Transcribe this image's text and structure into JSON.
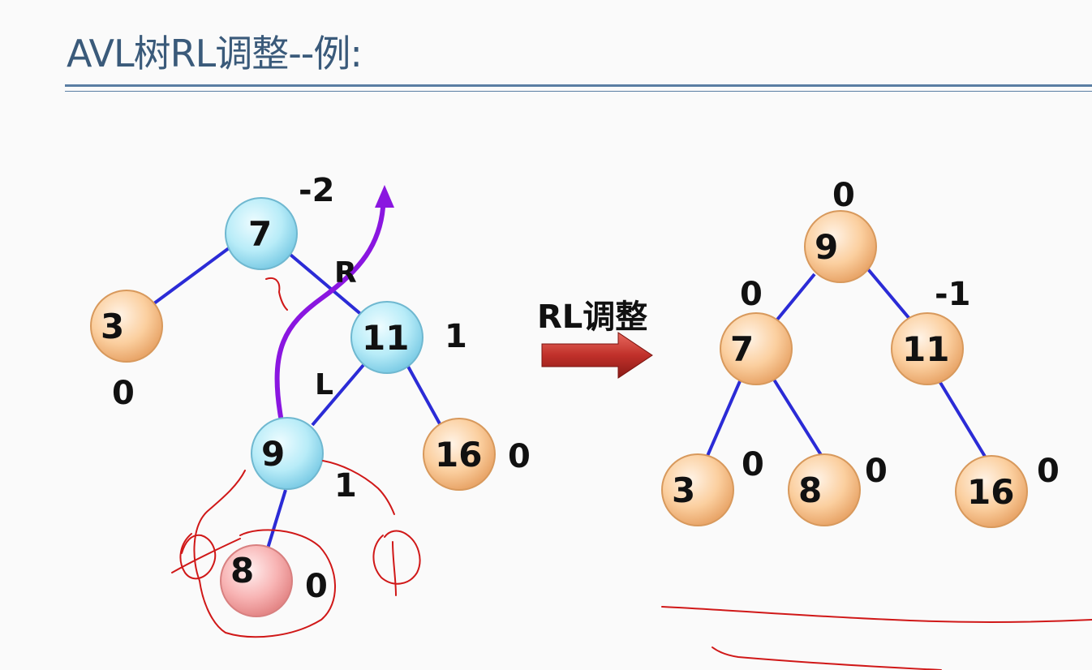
{
  "title": "AVL树RL调整--例:",
  "arrow_label": "RL调整",
  "left_tree": {
    "nodes": [
      {
        "id": "n7",
        "value": "7",
        "balance": "-2",
        "color": "blue"
      },
      {
        "id": "n3",
        "value": "3",
        "balance": "0",
        "color": "orange"
      },
      {
        "id": "n11",
        "value": "11",
        "balance": "1",
        "color": "blue"
      },
      {
        "id": "n9",
        "value": "9",
        "balance": "1",
        "color": "blue"
      },
      {
        "id": "n16",
        "value": "16",
        "balance": "0",
        "color": "orange"
      },
      {
        "id": "n8",
        "value": "8",
        "balance": "0",
        "color": "pink"
      }
    ],
    "edge_labels": [
      "R",
      "L"
    ]
  },
  "right_tree": {
    "nodes": [
      {
        "id": "m9",
        "value": "9",
        "balance": "0",
        "color": "orange"
      },
      {
        "id": "m7",
        "value": "7",
        "balance": "0",
        "color": "orange"
      },
      {
        "id": "m11",
        "value": "11",
        "balance": "-1",
        "color": "orange"
      },
      {
        "id": "m3",
        "value": "3",
        "balance": "0",
        "color": "orange"
      },
      {
        "id": "m8",
        "value": "8",
        "balance": "0",
        "color": "orange"
      },
      {
        "id": "m16",
        "value": "16",
        "balance": "0",
        "color": "orange"
      }
    ]
  },
  "colors": {
    "title": "#3a5a7a",
    "edge": "#2b2bd6",
    "purple_path": "#8a16e0",
    "annotation": "#d01818",
    "arrow": "#c0302a"
  }
}
